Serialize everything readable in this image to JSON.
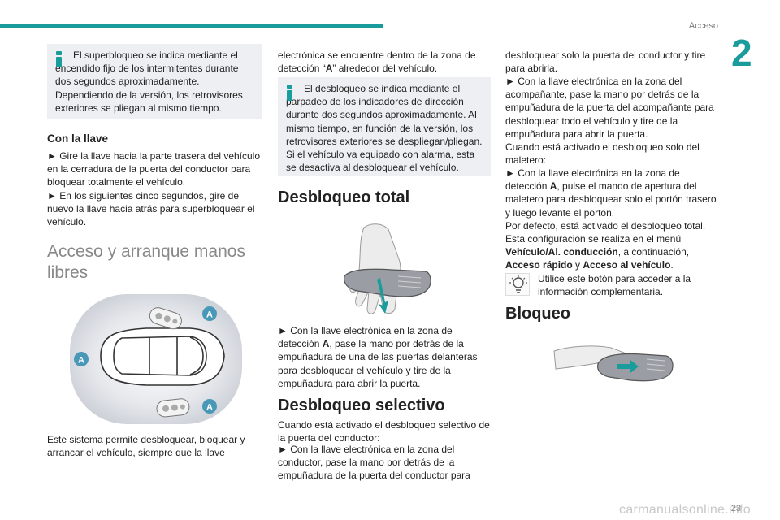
{
  "header": {
    "section": "Acceso",
    "chapter": "2",
    "page": "23"
  },
  "watermark": "carmanualsonline.info",
  "col1": {
    "info1": "El superbloqueo se indica mediante el encendido fijo de los intermitentes durante dos segundos aproximadamente. Dependiendo de la versión, los retrovisores exteriores se pliegan al mismo tiempo.",
    "heading_key": "Con la llave",
    "p_key1": "► Gire la llave hacia la parte trasera del vehículo en la cerradura de la puerta del conductor para bloquear totalmente el vehículo.",
    "p_key2": "► En los siguientes cinco segundos, gire de nuevo la llave hacia atrás para superbloquear el vehículo.",
    "heading_handsfree": "Acceso y arranque manos libres",
    "zone_label": "A",
    "p_system": "Este sistema permite desbloquear, bloquear y arrancar el vehículo, siempre que la llave"
  },
  "col2": {
    "p_cont_pre": "electrónica se encuentre dentro de la zona de detección “",
    "p_cont_bold": "A",
    "p_cont_post": "” alrededor del vehículo.",
    "info2": "El desbloqueo se indica mediante el parpadeo de los indicadores de dirección durante dos segundos aproximadamente. Al mismo tiempo, en función de la versión, los retrovisores exteriores se despliegan/pliegan. Si el vehículo va equipado con alarma, esta se desactiva al desbloquear el vehículo.",
    "heading_total": "Desbloqueo total",
    "p_total_pre": "► Con la llave electrónica en la zona de detección ",
    "p_total_bold": "A",
    "p_total_post": ", pase la mano por detrás de la empuñadura de una de las puertas delanteras para desbloquear el vehículo y tire de la empuñadura para abrir la puerta.",
    "heading_selective": "Desbloqueo selectivo",
    "p_sel1": "Cuando está activado el desbloqueo selectivo de la puerta del conductor:",
    "p_sel2": "► Con la llave electrónica en la zona del conductor, pase la mano por detrás de la empuñadura de la puerta del conductor para"
  },
  "col3": {
    "p_a": "desbloquear solo la puerta del conductor y tire para abrirla.",
    "p_b": "► Con la llave electrónica en la zona del acompañante, pase la mano por detrás de la empuñadura de la puerta del acompañante para desbloquear todo el vehículo y tire de la empuñadura para abrir la puerta.",
    "p_c": "Cuando está activado el desbloqueo solo del maletero:",
    "p_d_pre": "► Con la llave electrónica en la zona de detección ",
    "p_d_bold": "A",
    "p_d_post": ", pulse el mando de apertura del maletero para desbloquear solo el portón trasero y luego levante el portón.",
    "p_e": "Por defecto, está activado el desbloqueo total.",
    "p_f": "Esta configuración se realiza en el menú",
    "menu1": "Vehículo/Al. conducción",
    "menu_sep": ", a continuación,",
    "menu2": "Acceso rápido",
    "menu_and": " y ",
    "menu3": "Acceso al vehículo",
    "menu_end": ".",
    "tip": "Utilice este botón para acceder a la información complementaria.",
    "heading_lock": "Bloqueo"
  },
  "colors": {
    "accent": "#1a9c9c",
    "box_bg": "#eeeff2",
    "zone_badge": "#4a98b8"
  }
}
